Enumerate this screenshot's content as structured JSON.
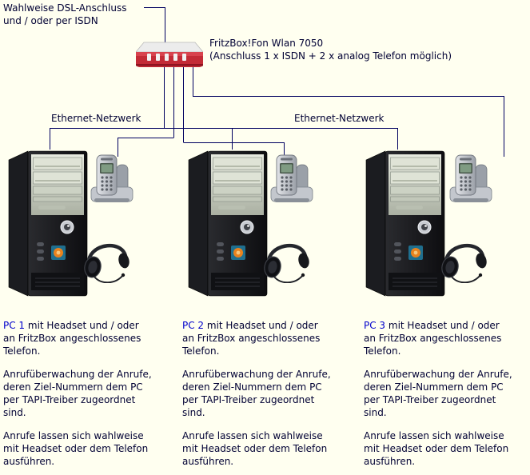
{
  "colors": {
    "background": "#fffff0",
    "wire": "#000060",
    "text": "#000033",
    "pc_label": "#0000cc"
  },
  "top_note": "Wahlweise DSL-Anschluss\nund / oder per ISDN",
  "router": {
    "label": "FritzBox!Fon Wlan 7050\n(Anschluss 1 x ISDN + 2 x analog Telefon möglich)"
  },
  "ethernet_label": "Ethernet-Netzwerk",
  "pcs": [
    {
      "name": "PC 1",
      "para1_rest": " mit Headset und / oder\nan FritzBox angeschlossenes\nTelefon.",
      "para2": "Anrufüberwachung der Anrufe,\nderen Ziel-Nummern dem PC\nper TAPI-Treiber zugeordnet\nsind.",
      "para3": "Anrufe lassen sich wahlweise\nmit Headset oder dem Telefon\nausführen."
    },
    {
      "name": "PC 2",
      "para1_rest": " mit Headset und / oder\nan FritzBox angeschlossenes\nTelefon.",
      "para2": "Anrufüberwachung der Anrufe,\nderen Ziel-Nummern dem PC\nper TAPI-Treiber zugeordnet\nsind.",
      "para3": "Anrufe lassen sich wahlweise\nmit Headset oder dem Telefon\nausführen."
    },
    {
      "name": "PC 3",
      "para1_rest": " mit Headset und / oder\nan FritzBox angeschlossenes\nTelefon.",
      "para2": "Anrufüberwachung der Anrufe,\nderen Ziel-Nummern dem PC\nper TAPI-Treiber zugeordnet\nsind.",
      "para3": "Anrufe lassen sich wahlweise\nmit Headset oder dem Telefon\nausführen."
    }
  ]
}
